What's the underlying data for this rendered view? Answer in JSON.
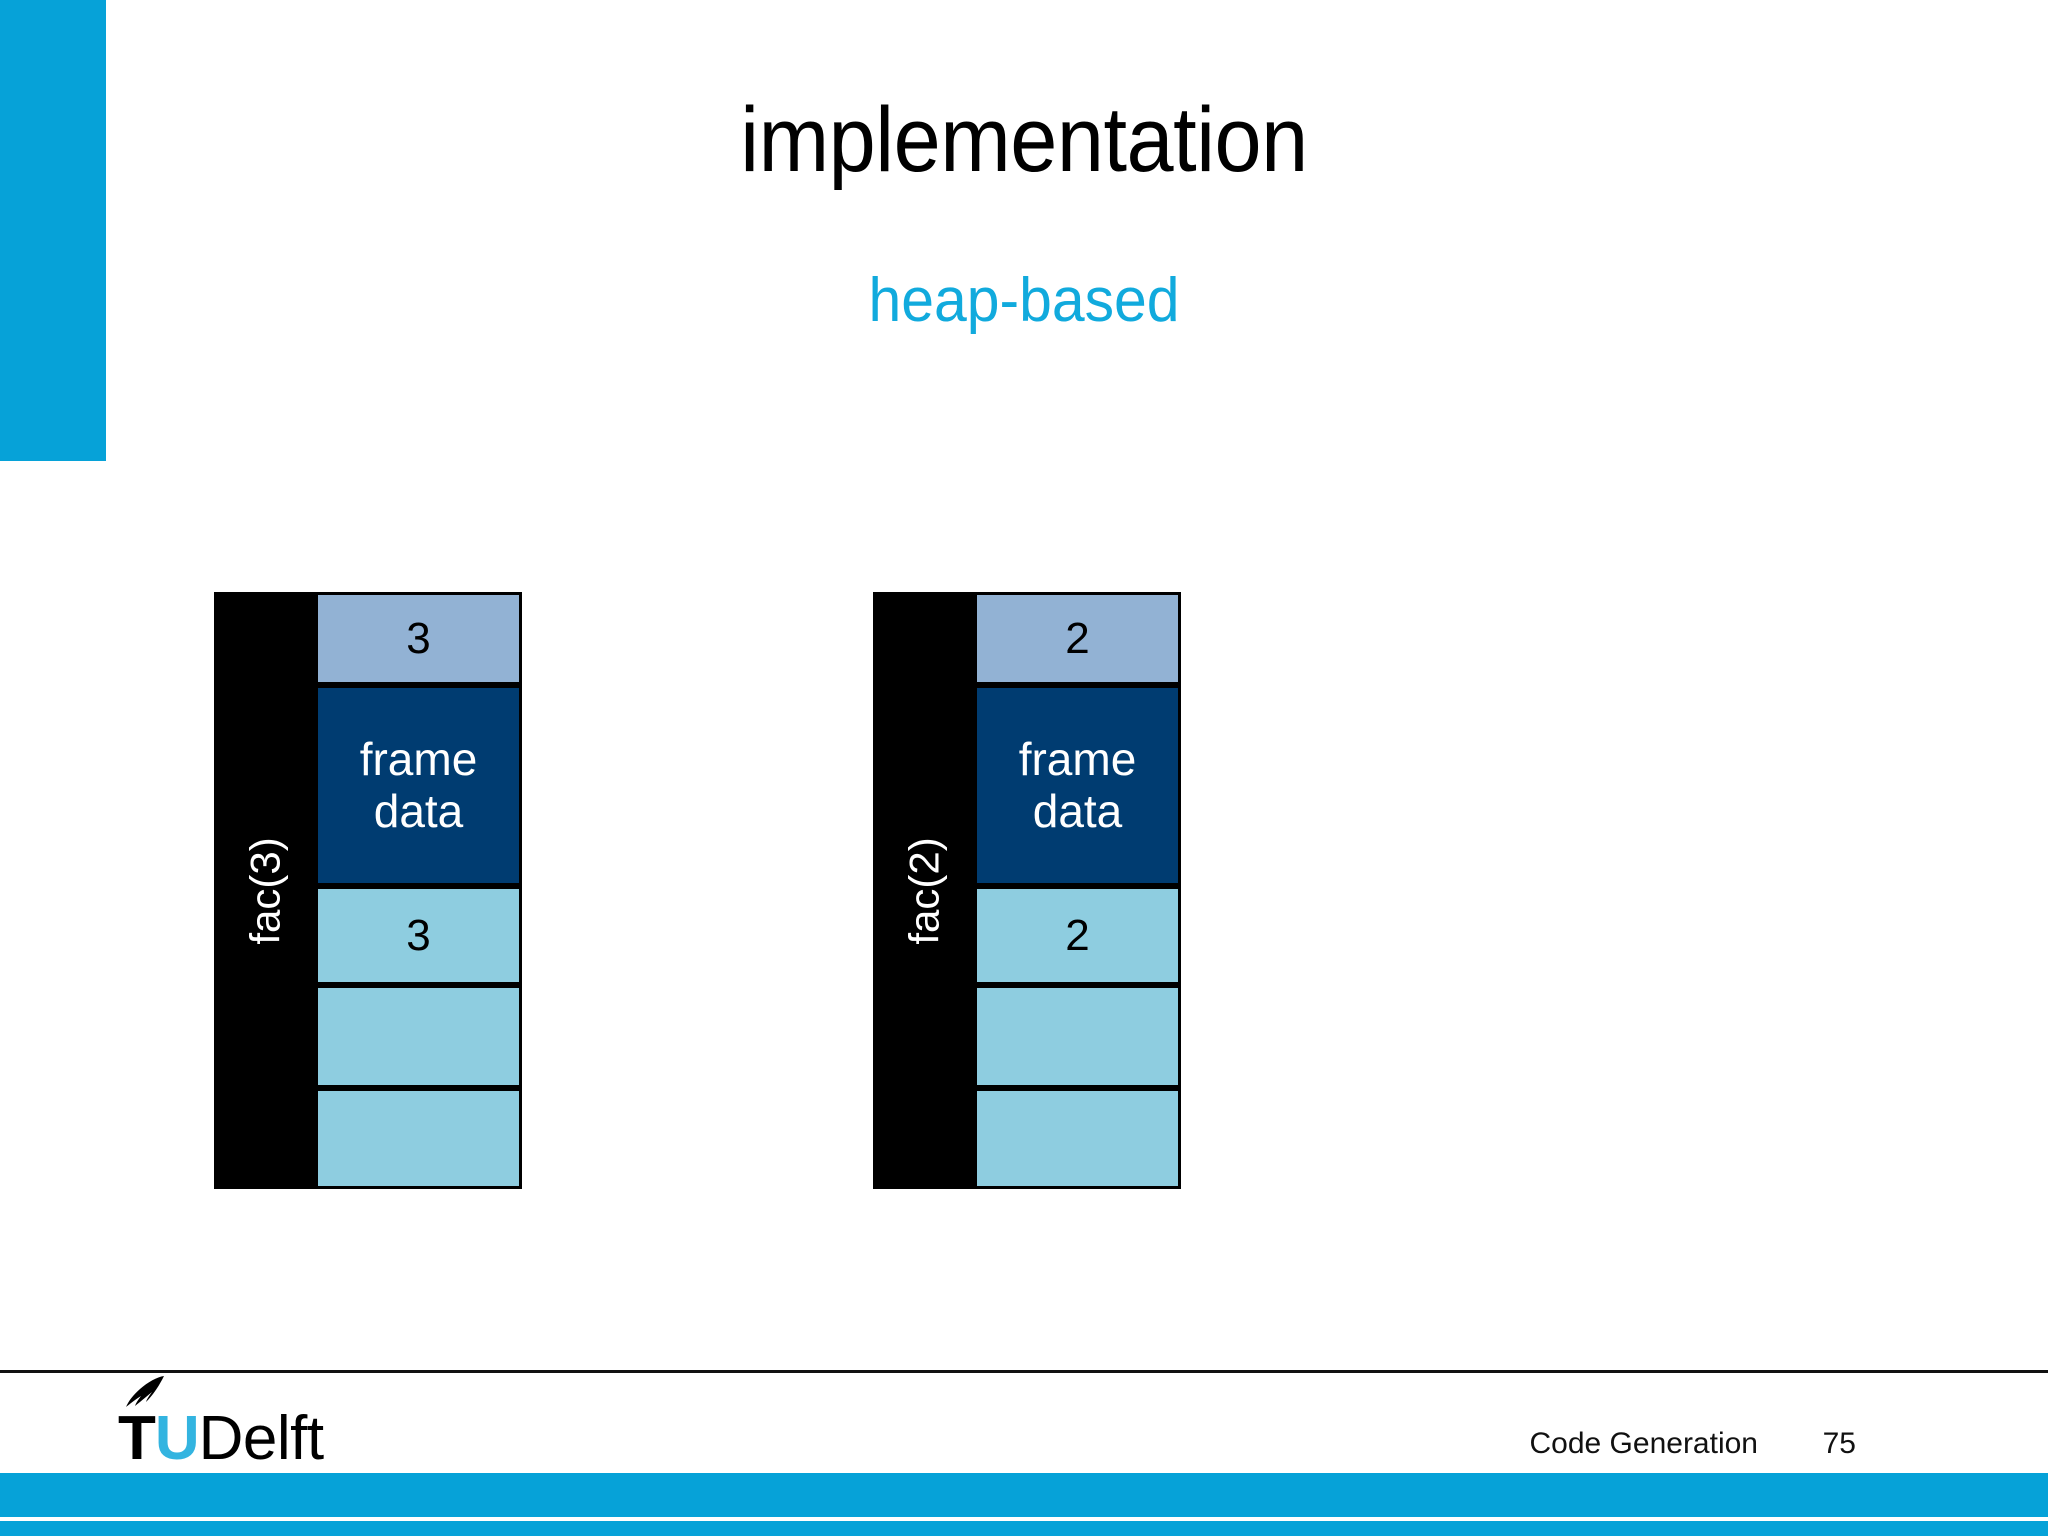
{
  "slide": {
    "title": "implementation",
    "subtitle": "heap-based",
    "accent_color": "#06A2D8",
    "subtitle_color": "#11AADD"
  },
  "diagram": {
    "type": "memory-frame-blocks",
    "blocks": [
      {
        "label": "fac(3)",
        "cells": [
          {
            "text": "3",
            "role": "argument",
            "color": "#92B2D4"
          },
          {
            "text": "frame\ndata",
            "role": "frame-data",
            "color": "#003C71"
          },
          {
            "text": "3",
            "role": "value",
            "color": "#8ECDE0"
          },
          {
            "text": "",
            "role": "empty",
            "color": "#8ECDE0"
          },
          {
            "text": "",
            "role": "empty",
            "color": "#8ECDE0"
          }
        ]
      },
      {
        "label": "fac(2)",
        "cells": [
          {
            "text": "2",
            "role": "argument",
            "color": "#92B2D4"
          },
          {
            "text": "frame\ndata",
            "role": "frame-data",
            "color": "#003C71"
          },
          {
            "text": "2",
            "role": "value",
            "color": "#8ECDE0"
          },
          {
            "text": "",
            "role": "empty",
            "color": "#8ECDE0"
          },
          {
            "text": "",
            "role": "empty",
            "color": "#8ECDE0"
          }
        ]
      }
    ]
  },
  "footer": {
    "logo_t": "T",
    "logo_u": "U",
    "logo_delft": "Delft",
    "logo_flame_icon": "flame-icon",
    "course": "Code Generation",
    "page_number": "75"
  }
}
